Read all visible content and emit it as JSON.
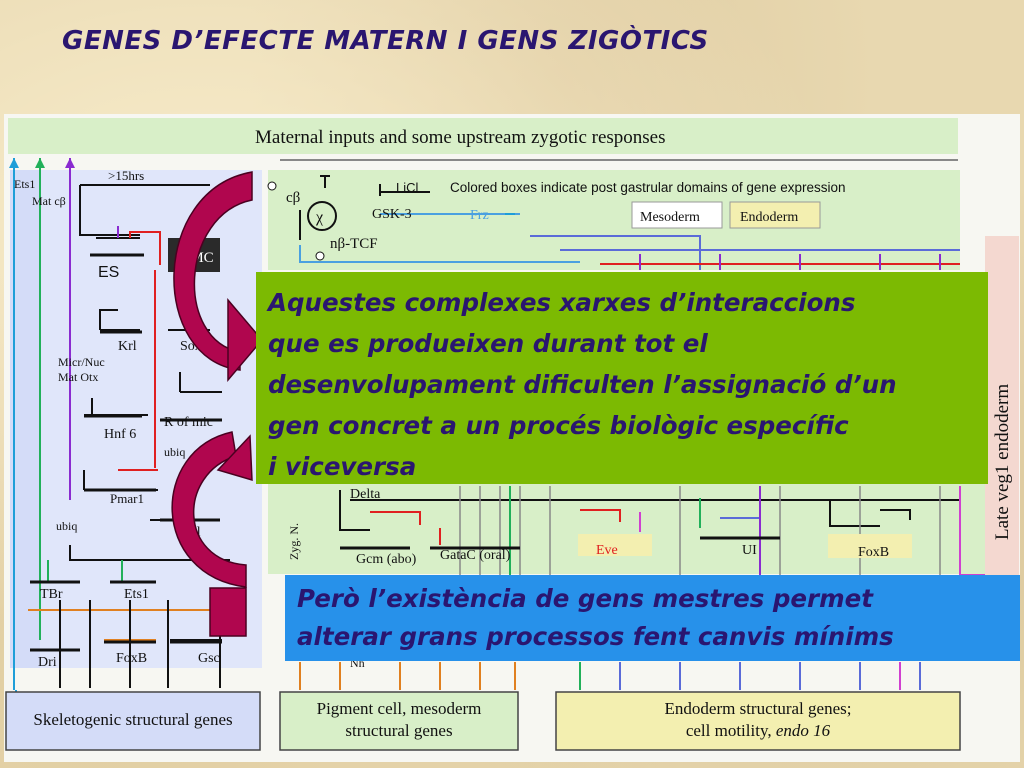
{
  "title": "GENES D’EFECTE MATERN I GENS ZIGÒTICS",
  "diagram": {
    "header": "Maternal inputs and some upstream zygotic responses",
    "legend_note": "Colored boxes indicate post gastrular domains of gene expression",
    "legend_mesoderm": "Mesoderm",
    "legend_endoderm": "Endoderm",
    "inputs": {
      "ets1": "Ets1",
      "matcb": "Mat cβ",
      "hrs": ">15hrs",
      "micr": "Micr/Nuc",
      "matotx": "Mat Otx",
      "ubiq1": "ubiq",
      "ubiq2": "ubiq",
      "licl": "LiCl",
      "gsk": "GSK-3",
      "frz": "Frz",
      "cb": "cβ",
      "chi": "χ",
      "ntcf": "nβ-TCF",
      "delta": "Delta",
      "zygn": "Zyg. N.",
      "nh": "Nh"
    },
    "genes": {
      "es": "ES",
      "pmc": "PMC",
      "krl": "Krl",
      "sox": "Sox",
      "rofmic": "R of mic",
      "hnf6": "Hnf 6",
      "pmar1": "Pmar1",
      "nrl": "Nrl",
      "tbr": "TBr",
      "ets1": "Ets1",
      "dri": "Dri",
      "foxb1": "FoxB",
      "gsc": "Gsc",
      "gcm": "Gcm (abo)",
      "gatac": "GataC (oral)",
      "eve": "Eve",
      "ui": "UI",
      "foxb2": "FoxB"
    },
    "late_veg": "Late veg1 endoderm",
    "bottom_skeleto": "Skeletogenic structural genes",
    "bottom_pigment_1": "Pigment cell, mesoderm",
    "bottom_pigment_2": "structural genes",
    "bottom_endo_1": "Endoderm structural genes;",
    "bottom_endo_2": "cell motility, ",
    "bottom_endo_3": "endo 16"
  },
  "callout_green": [
    "Aquestes complexes xarxes d’interaccions",
    "que es produeixen durant tot el",
    "desenvolupament dificulten l’assignació d’un",
    "gen concret a un procés biològic específic",
    "i viceversa"
  ],
  "callout_blue": [
    "Però l’existència de gens mestres permet",
    "alterar grans processos fent canvis mínims"
  ],
  "colors": {
    "title": "#2a1670",
    "green_callout": "#7cba02",
    "blue_callout": "#2791ea",
    "arrow": "#b0064e",
    "panel_green": "#d8efc8",
    "panel_blue": "#d4dcf8"
  }
}
